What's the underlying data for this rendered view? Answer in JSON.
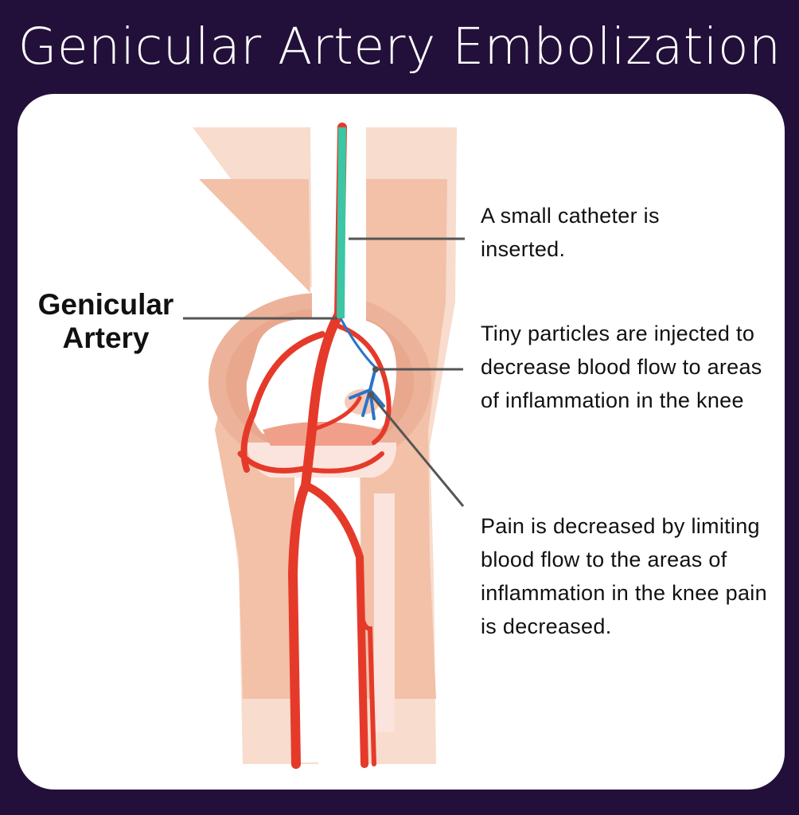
{
  "title": "Genicular Artery Embolization",
  "labels": {
    "artery_line1": "Genicular",
    "artery_line2": "Artery"
  },
  "notes": {
    "catheter": "A small catheter is inserted.",
    "particles": "Tiny particles are injected to decrease blood flow to areas of inflammation in the knee",
    "pain": "Pain is decreased by limiting blood flow to the areas of inflammation in the knee pain is decreased."
  },
  "colors": {
    "background": "#22103a",
    "skin": "#f2c1a8",
    "skin_light": "#f8dccd",
    "bone": "#ffffff",
    "artery": "#e53a2a",
    "catheter": "#3bc6a4",
    "embolized_vessels": "#2a74c9",
    "leader_line": "#555555"
  }
}
